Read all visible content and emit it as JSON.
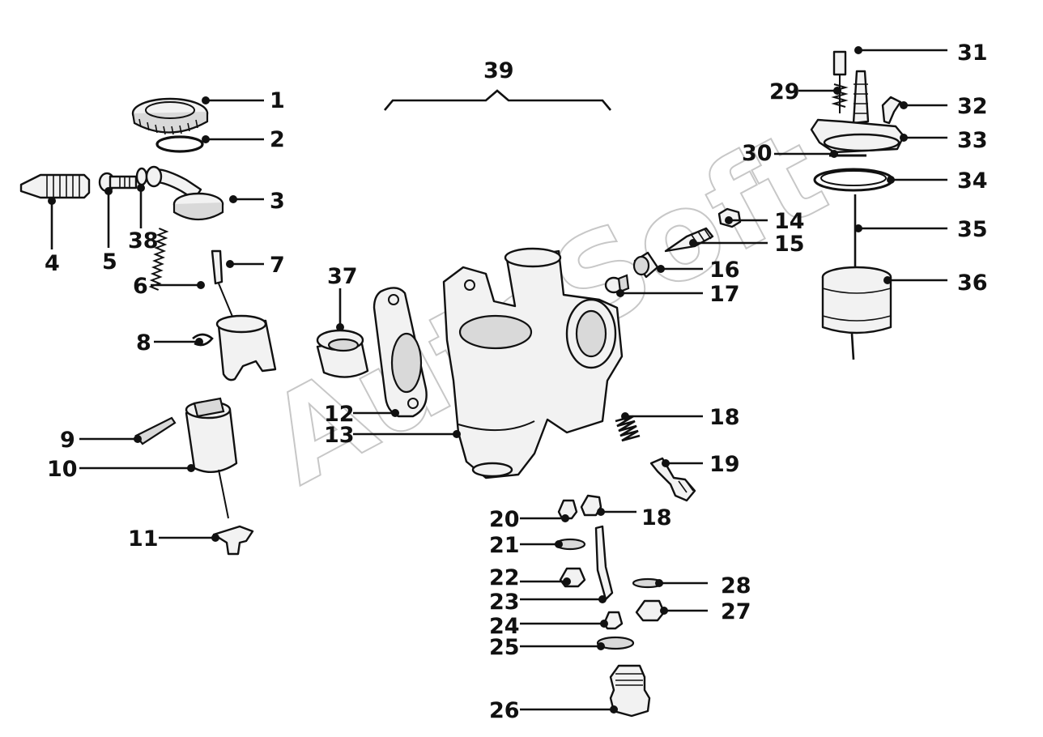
{
  "diagram": {
    "watermark": "AutoSoft",
    "assembly_label": "39",
    "callouts": [
      "1",
      "2",
      "3",
      "4",
      "5",
      "6",
      "7",
      "8",
      "9",
      "10",
      "11",
      "12",
      "13",
      "14",
      "15",
      "16",
      "17",
      "18",
      "19",
      "18",
      "20",
      "21",
      "22",
      "23",
      "24",
      "25",
      "26",
      "27",
      "28",
      "29",
      "30",
      "31",
      "32",
      "33",
      "34",
      "35",
      "36",
      "37",
      "38"
    ]
  }
}
